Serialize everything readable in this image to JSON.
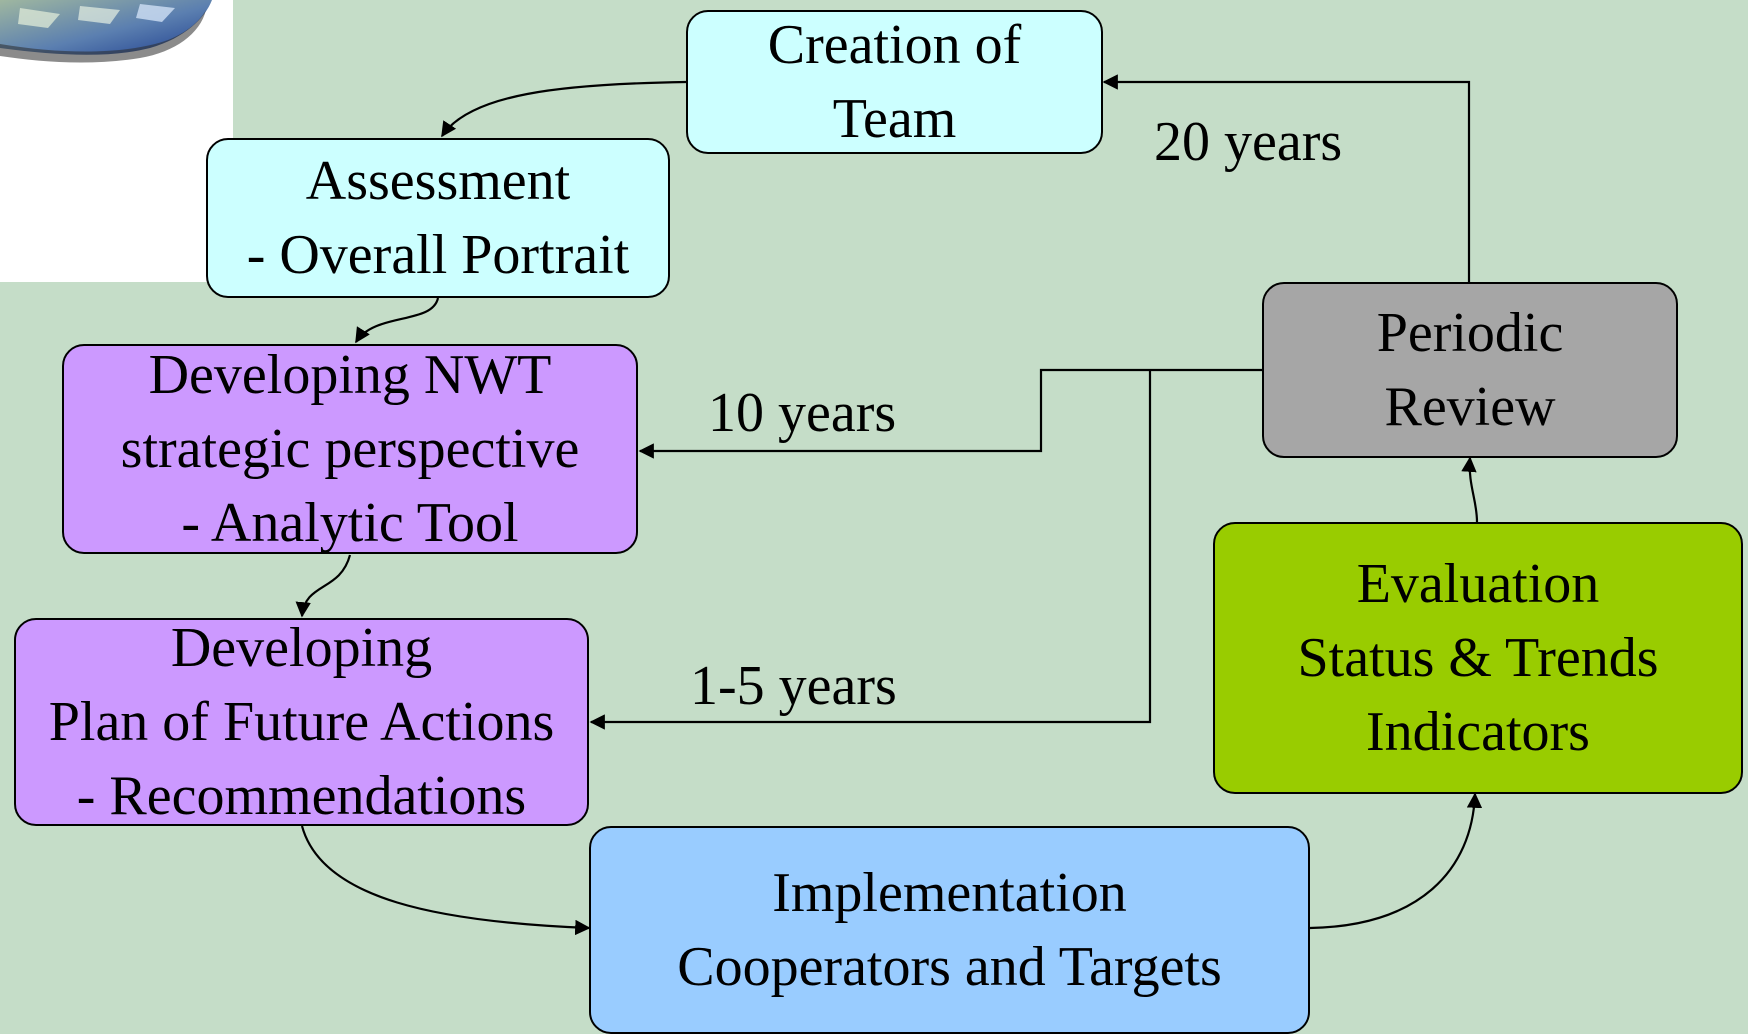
{
  "nodes": {
    "creation": {
      "line1": "Creation of",
      "line2": "Team"
    },
    "assessment": {
      "line1": "Assessment",
      "line2": "- Overall Portrait"
    },
    "strategic": {
      "line1": "Developing NWT",
      "line2": "strategic perspective",
      "line3": "- Analytic Tool"
    },
    "plan": {
      "line1": "Developing",
      "line2": "Plan of Future Actions",
      "line3": "- Recommendations"
    },
    "implementation": {
      "line1": "Implementation",
      "line2": "Cooperators and Targets"
    },
    "evaluation": {
      "line1": "Evaluation",
      "line2": "Status & Trends",
      "line3": "Indicators"
    },
    "review": {
      "line1": "Periodic",
      "line2": "Review"
    }
  },
  "edge_labels": {
    "twenty_years": "20 years",
    "ten_years": "10 years",
    "one_five_years": "1-5 years"
  },
  "colors": {
    "background": "#c5ddc8",
    "cyan_box": "#ccffff",
    "purple_box": "#cc99ff",
    "gray_box": "#a6a6a6",
    "green_box": "#99cc00",
    "blue_box": "#99ccff"
  }
}
